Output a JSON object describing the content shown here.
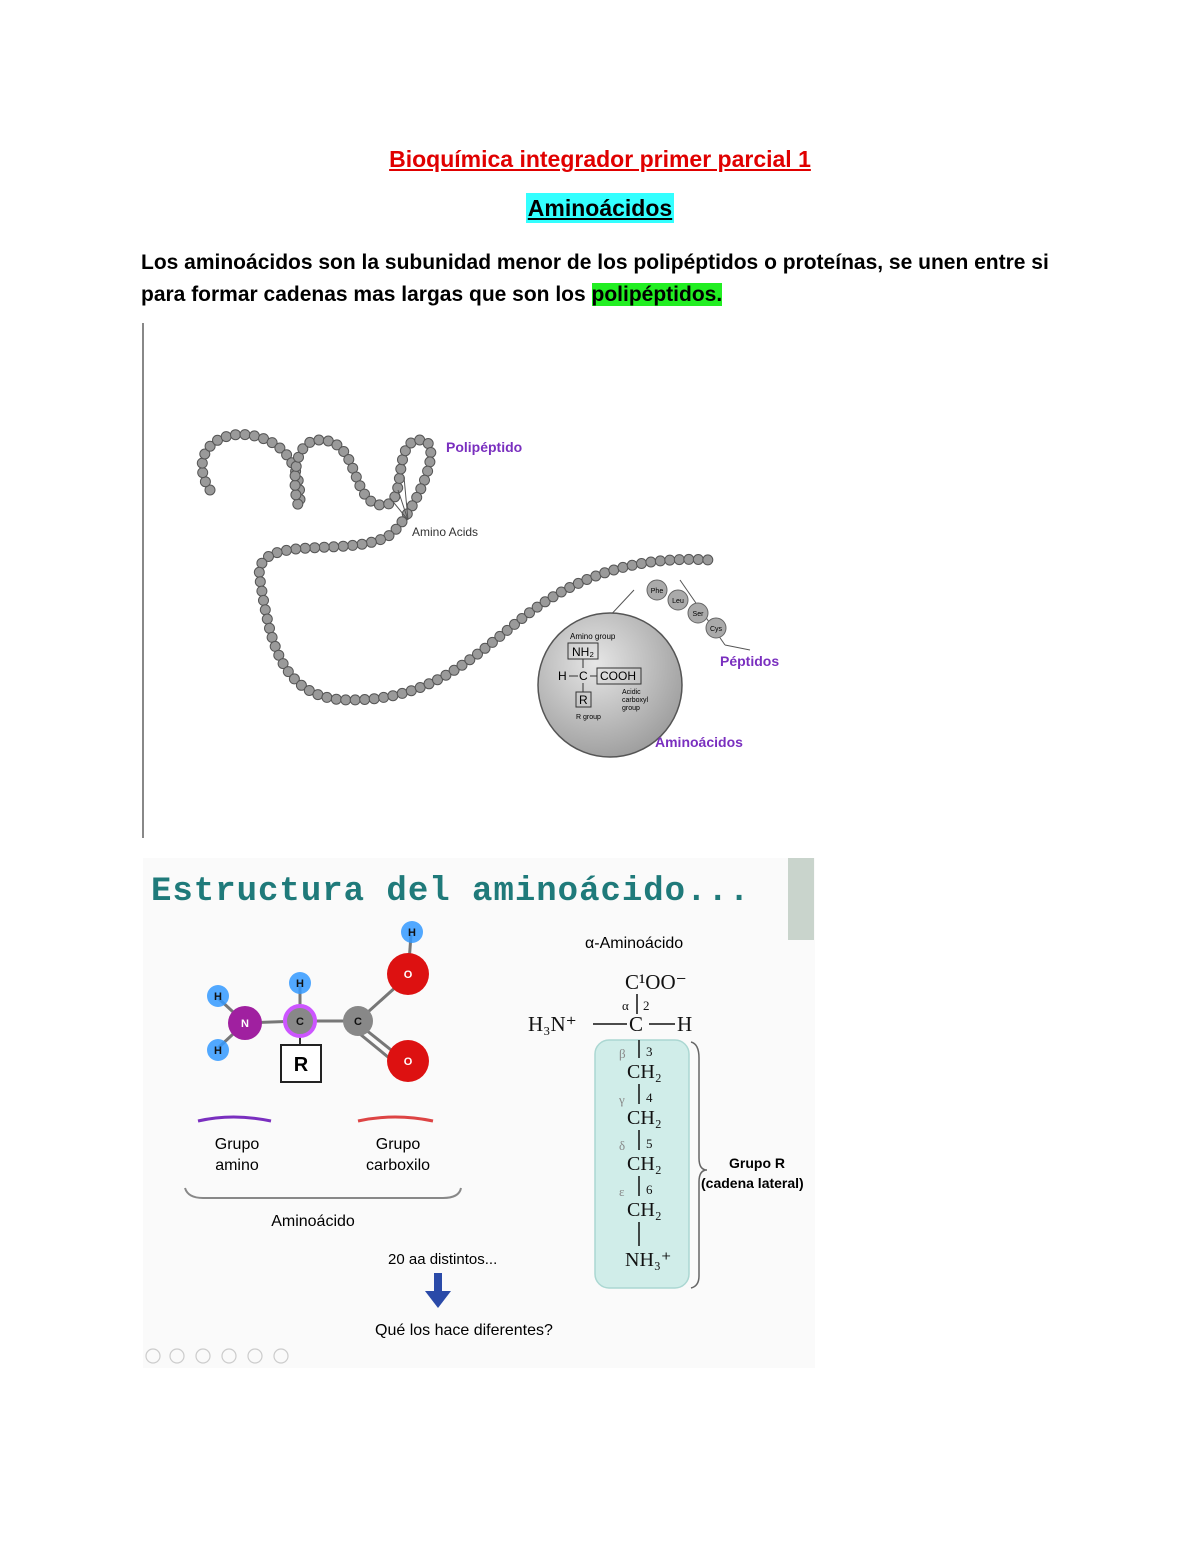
{
  "doc": {
    "title": "Bioquímica integrador primer parcial 1",
    "section_heading": "Aminoácidos",
    "paragraph_main": "Los aminoácidos son la subunidad menor de los polipéptidos o proteínas, se unen entre si para formar cadenas mas largas que son los ",
    "paragraph_highlight": "polipéptidos."
  },
  "figure1": {
    "label_polipeptido": "Polipéptido",
    "label_amino_acids": "Amino Acids",
    "label_peptidos": "Péptidos",
    "label_aminoacidos": "Aminoácidos",
    "peptide_beads": [
      "Phe",
      "Leu",
      "Ser",
      "Cys"
    ],
    "magnifier": {
      "amino_group": "Amino group",
      "nh2": "NH₂",
      "h": "H",
      "c": "C",
      "cooh": "COOH",
      "r": "R",
      "acidic_1": "Acidic",
      "acidic_2": "carboxyl",
      "acidic_3": "group",
      "r_group": "R group"
    },
    "colors": {
      "purple": "#7a2fbf",
      "bead": "#9a9a9a"
    }
  },
  "figure2": {
    "heading": "Estructura del aminoácido...",
    "atoms": {
      "h": "H",
      "n": "N",
      "c": "C",
      "o": "O",
      "r": "R"
    },
    "grupo_amino_1": "Grupo",
    "grupo_amino_2": "amino",
    "grupo_carboxilo_1": "Grupo",
    "grupo_carboxilo_2": "carboxilo",
    "aminoacido": "Aminoácido",
    "distintos": "20 aa distintos...",
    "pregunta": "Qué los hace diferentes?",
    "alpha_title": "α-Aminoácido",
    "alpha_formula": {
      "c1oo": "C¹OO⁻",
      "h3n": "H₃N⁺",
      "c": "C",
      "h": "H",
      "ch2": "CH₂",
      "nh3": "NH₃⁺",
      "greek": [
        "α",
        "β",
        "γ",
        "δ",
        "ε"
      ],
      "nums": [
        "2",
        "3",
        "4",
        "5",
        "6"
      ]
    },
    "grupo_r_1": "Grupo R",
    "grupo_r_2": "(cadena lateral)",
    "colors": {
      "heading": "#1f7a7a",
      "nitrogen": "#a020a0",
      "oxygen": "#dd1111",
      "carbon": "#888888",
      "hydrogen": "#3399ff",
      "rbox": "#aee3dc"
    }
  }
}
